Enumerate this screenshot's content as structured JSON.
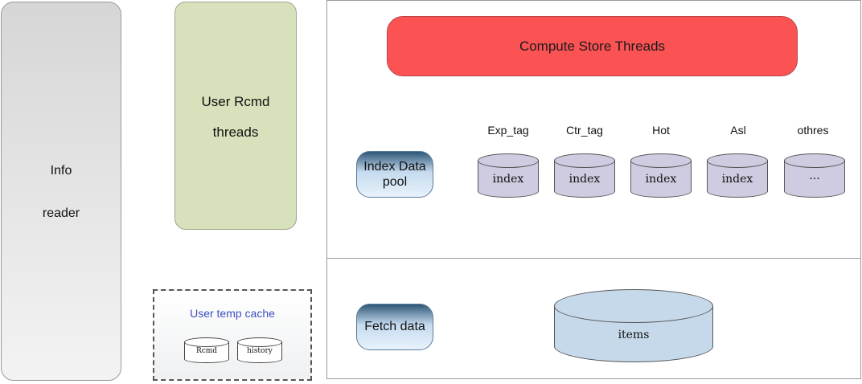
{
  "info_reader": {
    "line1": "Info",
    "line2": "reader"
  },
  "user_rcmd": {
    "line1": "User Rcmd",
    "line2": "threads"
  },
  "user_temp_cache": {
    "title": "User temp cache",
    "stores": [
      {
        "label": "Rcmd"
      },
      {
        "label": "history"
      }
    ]
  },
  "compute_store": {
    "label": "Compute Store Threads"
  },
  "index_data_pool": {
    "line1": "Index Data",
    "line2": "pool"
  },
  "index_columns": [
    {
      "name": "Exp_tag",
      "store": "index"
    },
    {
      "name": "Ctr_tag",
      "store": "index"
    },
    {
      "name": "Hot",
      "store": "index"
    },
    {
      "name": "Asl",
      "store": "index"
    },
    {
      "name": "othres",
      "store": "···"
    }
  ],
  "fetch_data": {
    "label": "Fetch data"
  },
  "items_store": {
    "label": "items"
  },
  "colors": {
    "compute": "#fb5254",
    "user_rcmd": "#d7e1bb",
    "index_store": "#cfcbe0",
    "items_store": "#c5d9ea",
    "cache_title": "#3e4fbe"
  }
}
